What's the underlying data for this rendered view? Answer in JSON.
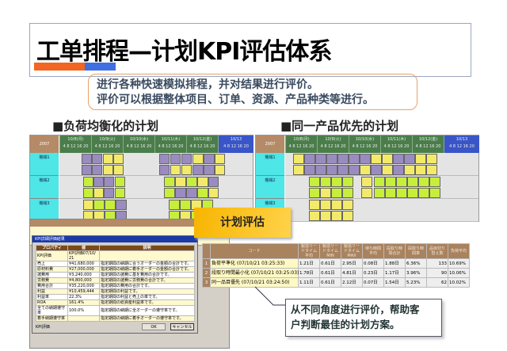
{
  "title": "工单排程—计划KPI评估体系",
  "intro": {
    "line1": "进行各种快速模拟排程，并对结果进行评价。",
    "line2": "评价可以根据整体项目、订单、资源、产品种类等进行。"
  },
  "sections": {
    "left": "■负荷均衡化的计划",
    "right": "■同一产品优先的计划"
  },
  "gantt": {
    "corner": "2007",
    "days": [
      "10/8(月)",
      "10/9(火)",
      "10/10(水)",
      "10/11(木)",
      "10/12(金)",
      "10/13"
    ],
    "hours": "4 8 12 16 20",
    "machines": [
      "機械1",
      "機械2",
      "機械3"
    ]
  },
  "colors": {
    "accent_orange": "#f26522",
    "accent_blue": "#3f6fe0",
    "block_purple": "#9a8cc0",
    "block_yellow": "#f3ea6a",
    "block_green": "#c8ee3c"
  },
  "banner": "计划评估",
  "window": {
    "title": "KPI詳細評価結果",
    "columns": [
      "プロパティ",
      "値",
      "説明"
    ],
    "rows": [
      [
        "KPI評価",
        "KPI評価07/10/21",
        ""
      ],
      [
        "売上",
        "¥41,680,000",
        "指定期間の納期に合うオーダーの金額の合計です。"
      ],
      [
        "原材料費",
        "¥27,000,000",
        "指定期間の納期に着手オーダーの金額の合計です。"
      ],
      [
        "諸費用",
        "¥3,240,000",
        "指定期間の諸費に基を費用の合計です。"
      ],
      [
        "労務費",
        "¥4,800,000",
        "指定期間の諸費に労務費の合計です。"
      ],
      [
        "費用合計",
        "¥35,220,000",
        "指定期間の費用の合計です。"
      ],
      [
        "利益",
        "¥10,459,444",
        "指定期間の利益です。"
      ],
      [
        "利益率",
        "22.3%",
        "指定期間の利益と売上の率です。"
      ],
      [
        "ROA",
        "161.4%",
        "指定期間の総資産利益率です。"
      ],
      [
        "全ての納期遵守率",
        "100.0%",
        "指定期間の納期に全オーダーの遵守率です。"
      ],
      [
        "着手納期遵守率",
        "",
        "指定期間の納期に着手オーダーの遵守率です。"
      ]
    ],
    "tab": "KPI評価",
    "ok": "OK",
    "cancel": "キャンセル"
  },
  "kpi": {
    "columns": [
      "",
      "コード",
      "製造リードタイム平均",
      "製造リードタイムMIN",
      "製造リードタイムMAX",
      "待ち時間平均",
      "段取り時間合計",
      "段取り時間率",
      "品目切り替え数",
      "負荷平均"
    ],
    "rows": [
      [
        "1",
        "負荷平準化 (07/10/21 03:25:33)",
        "1.21日",
        "0.61日",
        "2.95日",
        "0.08日",
        "1.88日",
        "6.36%",
        "133",
        "10.69%"
      ],
      [
        "2",
        "段取り時間最小化 (07/10/21 03:25:03)",
        "1.78日",
        "0.61日",
        "4.81日",
        "0.23日",
        "1.17日",
        "3.96%",
        "90",
        "10.06%"
      ],
      [
        "3",
        "同一品目優先 (07/10/21 03:24:50)",
        "1.11日",
        "0.61日",
        "2.12日",
        "0.07日",
        "1.54日",
        "5.23%",
        "62",
        "10.02%"
      ]
    ]
  },
  "note": {
    "line1": "从不同角度进行评价，帮助客",
    "line2": "户判断最佳的计划方案。"
  }
}
